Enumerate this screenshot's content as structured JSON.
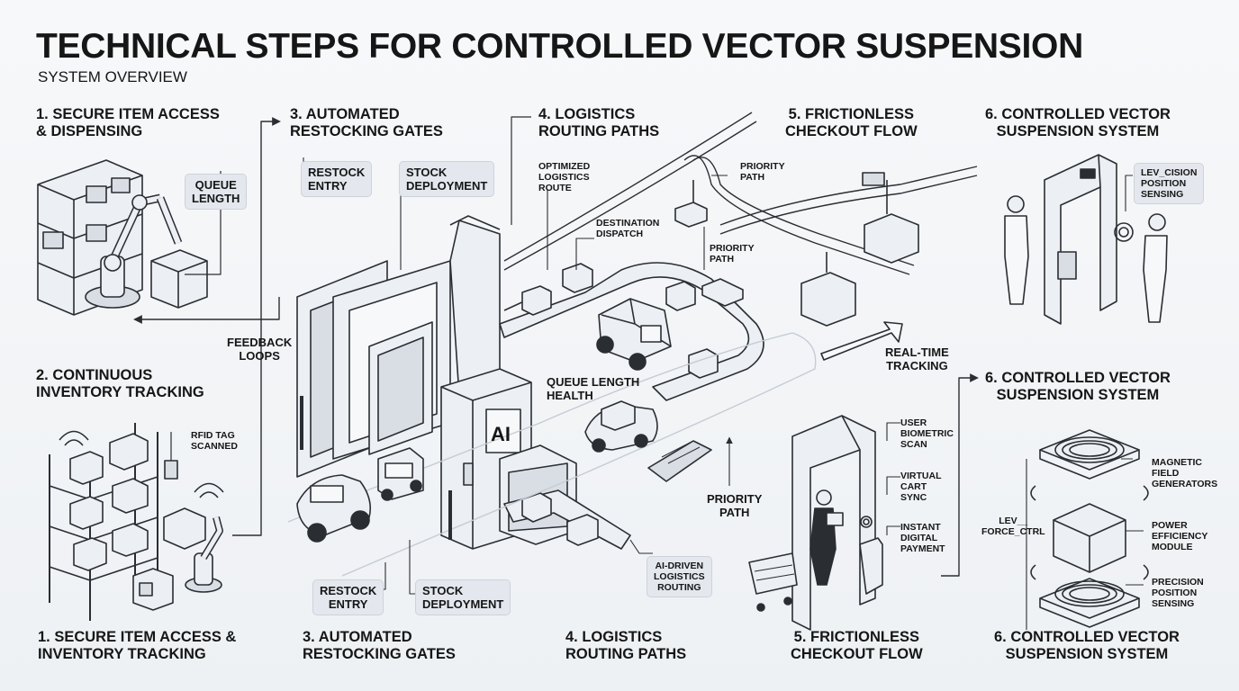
{
  "title": "TECHNICAL STEPS FOR CONTROLLED VECTOR SUSPENSION",
  "subtitle": "SYSTEM OVERVIEW",
  "headings": {
    "h1_top": "1. SECURE ITEM ACCESS\n& DISPENSING",
    "h3_top": "3. AUTOMATED\nRESTOCKING GATES",
    "h4_top": "4. LOGISTICS\nROUTING PATHS",
    "h5_top": "5. FRICTIONLESS\nCHECKOUT FLOW",
    "h6_top": "6. CONTROLLED VECTOR\nSUSPENSION SYSTEM",
    "h2_mid": "2. CONTINUOUS\nINVENTORY TRACKING",
    "h6_mid": "6. CONTROLLED VECTOR\nSUSPENSION SYSTEM",
    "h1_bot": "1. SECURE ITEM ACCESS &\nINVENTORY TRACKING",
    "h3_bot": "3. AUTOMATED\nRESTOCKING GATES",
    "h4_bot": "4. LOGISTICS\nROUTING PATHS",
    "h5_bot": "5. FRICTIONLESS\nCHECKOUT FLOW",
    "h6_bot": "6. CONTROLLED VECTOR\nSUSPENSION SYSTEM"
  },
  "labels": {
    "queue_length": "QUEUE\nLENGTH",
    "feedback_loops": "FEEDBACK\nLOOPS",
    "rfid": "RFID TAG\nSCANNED",
    "restock_entry_top": "RESTOCK\nENTRY",
    "stock_deployment_top": "STOCK\nDEPLOYMENT",
    "optimized_route": "OPTIMIZED\nLOGISTICS\nROUTE",
    "priority_path_a": "PRIORITY\nPATH",
    "destination_dispatch": "DESTINATION\nDISPATCH",
    "priority_path_b": "PRIORITY\nPATH",
    "queue_health": "QUEUE LENGTH\nHEALTH",
    "ai_mark": "AI",
    "priority_path_c": "PRIORITY\nPATH",
    "ai_routing": "AI-DRIVEN\nLOGISTICS\nROUTING",
    "restock_entry_bot": "RESTOCK\nENTRY",
    "stock_deployment_bot": "STOCK\nDEPLOYMENT",
    "real_time": "REAL-TIME\nTRACKING",
    "lev_cision": "LEV_CISION\nPOSITION\nSENSING",
    "user_biometric": "USER\nBIOMETRIC\nSCAN",
    "virtual_cart": "VIRTUAL\nCART\nSYNC",
    "instant_payment": "INSTANT\nDIGITAL\nPAYMENT",
    "magnetic": "MAGNETIC\nFIELD\nGENERATORS",
    "lev_force": "LEV__\nFORCE_CTRL",
    "power": "POWER\nEFFICIENCY\nMODULE",
    "precision": "PRECISION\nPOSITION\nSENSING"
  },
  "icons": [
    "robot-arm-icon",
    "shelf-icon",
    "box-icon",
    "rfid-wave-icon",
    "gate-icon",
    "conveyor-icon",
    "vehicle-icon",
    "ai-kiosk-icon",
    "drone-icon",
    "person-icon",
    "fingerprint-icon",
    "cart-icon",
    "magnet-coil-icon"
  ],
  "colors": {
    "ink": "#161616",
    "line": "#2a2e33",
    "fill": "#eceff3",
    "shade": "#d9dee5",
    "label_bg": "#e4e8ee"
  }
}
